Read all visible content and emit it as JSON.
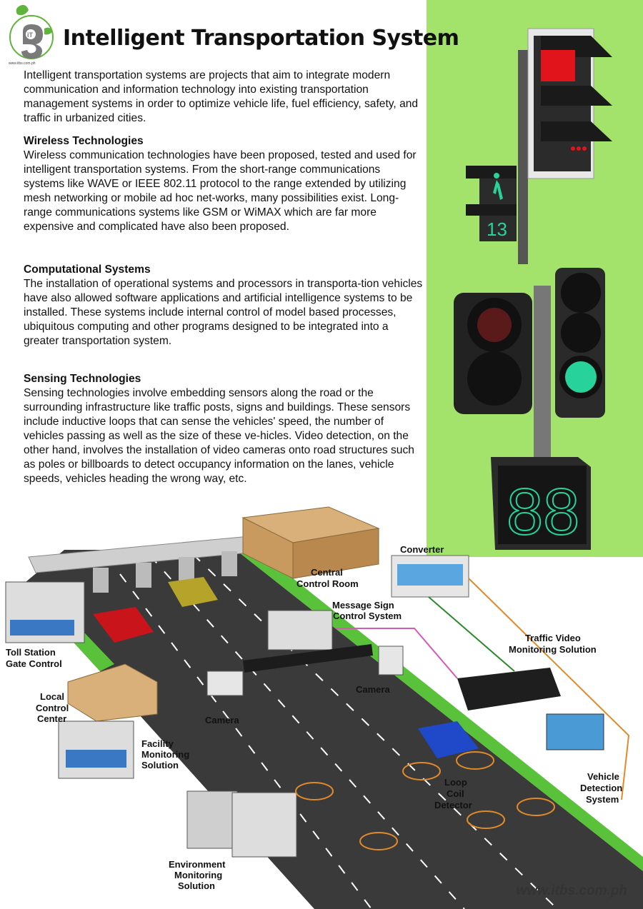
{
  "logo": {
    "tagline": "www.itbs.com.ph",
    "mark": "iT"
  },
  "title": "Intelligent Transportation System",
  "intro": "Intelligent transportation systems are projects that aim to integrate modern communication and information technology into existing transportation management systems in order to optimize vehicle life, fuel efficiency, safety, and traffic in urbanized cities.",
  "sections": [
    {
      "heading": "Wireless Technologies",
      "body": "Wireless communication technologies have been proposed, tested and used for intelligent transportation systems. From the short-range communications systems like WAVE or IEEE 802.11 protocol to the range extended by utilizing mesh networking or mobile ad hoc net-works, many possibilities exist. Long-range communications systems like GSM or WiMAX which are far more expensive and complicated have also been proposed."
    },
    {
      "heading": "Computational Systems",
      "body": "The installation of operational systems and processors in transporta-tion vehicles have also allowed software applications and artificial intelligence systems to be installed. These systems include internal control of model based processes, ubiquitous computing and other programs designed to be integrated into a greater transportation system."
    },
    {
      "heading": "Sensing Technologies",
      "body": "Sensing technologies involve embedding sensors along the road or the surrounding infrastructure like traffic posts, signs and buildings. These sensors include inductive loops that can sense the vehicles' speed, the number of vehicles passing as well as the size of these ve-hicles. Video detection, on the other hand, involves the installation of video cameras onto road structures such as poles or billboards to detect occupancy information on the lanes, vehicle speeds, vehicles heading the wrong way, etc."
    }
  ],
  "diagram_labels": {
    "converter": "Converter",
    "central_control_1": "Central",
    "central_control_2": "Control Room",
    "message_sign_1": "Message Sign",
    "message_sign_2": "Control System",
    "traffic_video_1": "Traffic Video",
    "traffic_video_2": "Monitoring Solution",
    "toll_1": "Toll Station",
    "toll_2": "Gate Control",
    "camera_right": "Camera",
    "camera_left": "Camera",
    "local_1": "Local",
    "local_2": "Control",
    "local_3": "Center",
    "facility_1": "Facility",
    "facility_2": "Monitoring",
    "facility_3": "Solution",
    "loop_1": "Loop",
    "loop_2": "Coil",
    "loop_3": "Detector",
    "vehicle_1": "Vehicle",
    "vehicle_2": "Detection",
    "vehicle_3": "System",
    "env_1": "Environment",
    "env_2": "Monitoring",
    "env_3": "Solution"
  },
  "signals": {
    "ped_countdown": "13",
    "big_countdown": "88"
  },
  "footer": {
    "url": "www.itbs.com.ph"
  },
  "colors": {
    "panel_green": "#a3e36c",
    "road": "#3a3a3a",
    "signal_red": "#e0141a",
    "signal_green": "#27d39a"
  }
}
